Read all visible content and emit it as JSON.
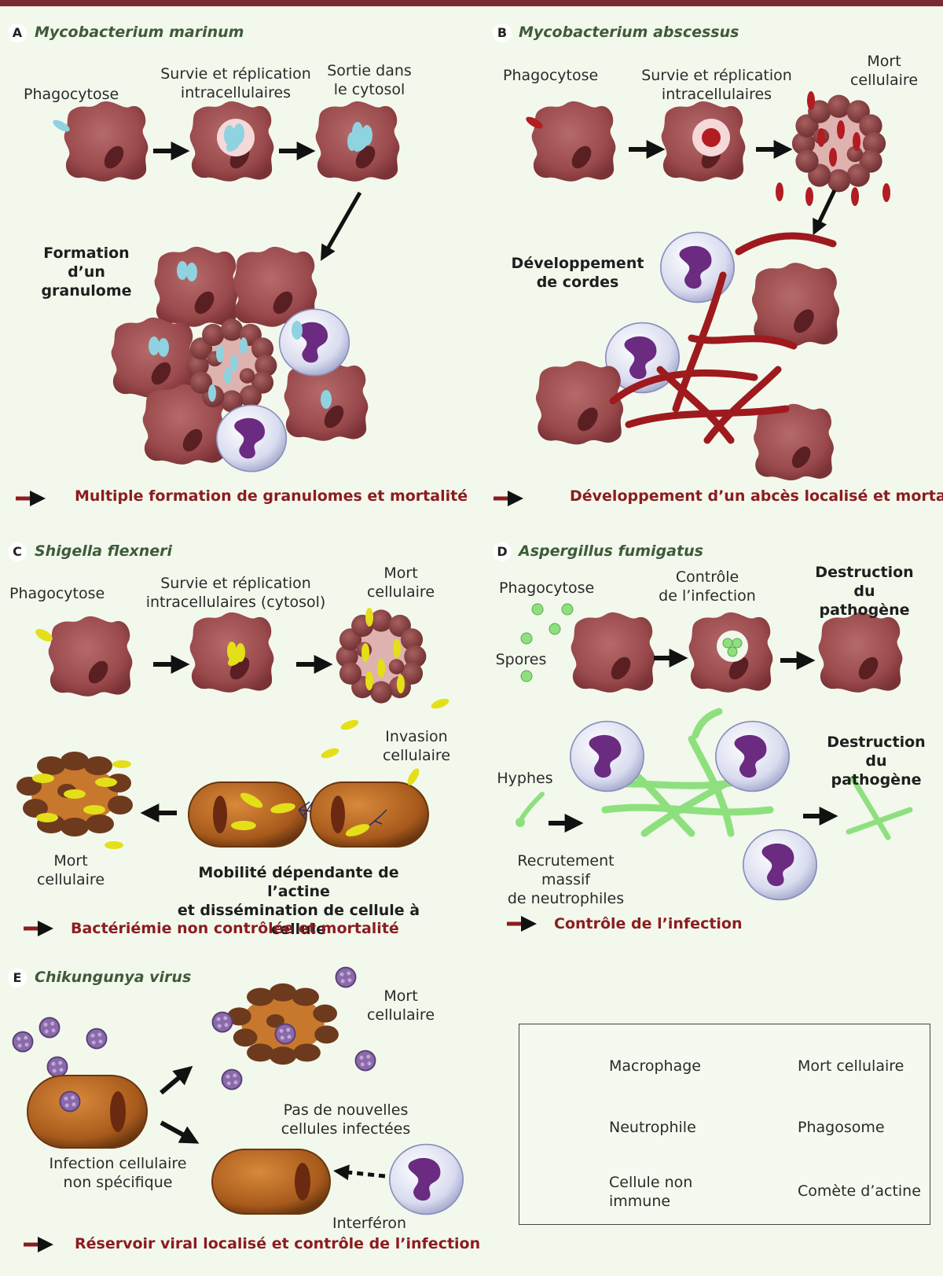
{
  "panels": {
    "a": {
      "letter": "A",
      "title": "Mycobacterium marinum",
      "steps": [
        "Phagocytose",
        "Survie et réplication\nintracellulaires",
        "Sortie dans\nle cytosol"
      ],
      "result": "Formation\nd’un granulome",
      "outcome": "Multiple formation de granulomes et mortalité"
    },
    "b": {
      "letter": "B",
      "title": "Mycobacterium abscessus",
      "steps": [
        "Phagocytose",
        "Survie et réplication\nintracellulaires",
        "Mort\ncellulaire"
      ],
      "result": "Développement\nde cordes",
      "outcome": "Développement d’un abcès localisé et mortalité"
    },
    "c": {
      "letter": "C",
      "title": "Shigella flexneri",
      "steps": [
        "Phagocytose",
        "Survie et réplication\nintracellulaires (cytosol)",
        "Mort\ncellulaire"
      ],
      "invasion": "Invasion\ncellulaire",
      "death": "Mort\ncellulaire",
      "result": "Mobilité dépendante de l’actine\net dissémination de cellule à cellule",
      "outcome": "Bactériémie non contrôlée et mortalité"
    },
    "d": {
      "letter": "D",
      "title": "Aspergillus fumigatus",
      "phago": "Phagocytose",
      "spores": "Spores",
      "control": "Contrôle\nde l’infection",
      "destruction1": "Destruction\ndu pathogène",
      "hyphes": "Hyphes",
      "recruit": "Recrutement massif\nde neutrophiles",
      "destruction2": "Destruction\ndu pathogène",
      "outcome": "Contrôle de l’infection"
    },
    "e": {
      "letter": "E",
      "title": "Chikungunya virus",
      "death": "Mort\ncellulaire",
      "infection": "Infection cellulaire\nnon spécifique",
      "nonew": "Pas de nouvelles\ncellules infectées",
      "interferon": "Interféron",
      "outcome": "Réservoir viral localisé et contrôle de l’infection"
    }
  },
  "legend": {
    "macrophage": "Macrophage",
    "mort": "Mort cellulaire",
    "neutrophile": "Neutrophile",
    "phagosome": "Phagosome",
    "cellule": "Cellule non\nimmune",
    "comete": "Comète d’actine"
  },
  "colors": {
    "macrophage": "#9a4a4c",
    "neutrophil": "#d9dcef",
    "nucleus": "#6a2b80",
    "mycobacterium_marinum": "#8fd3e0",
    "mycobacterium_abscessus": "#b21c22",
    "shigella": "#e4df18",
    "aspergillus": "#8ee07f",
    "nonimmune": "#a85a1c",
    "virus": "#8a6aa8",
    "outcome": "#8c1c20"
  }
}
